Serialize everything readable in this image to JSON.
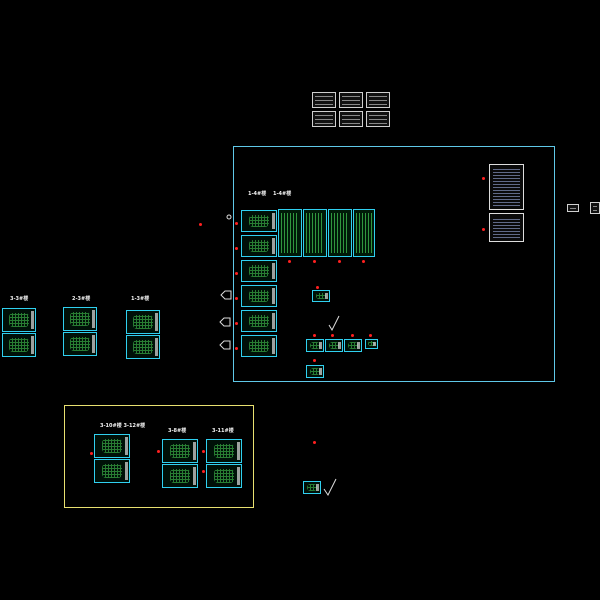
{
  "canvas": {
    "background": "#000000",
    "frame_color": "#5fc8e8",
    "zone_color": "#e8e070",
    "sheet_color": "#30d0f0",
    "marker_color": "#ff2020"
  },
  "labels": {
    "left_group": [
      "3-3#楼",
      "2-3#楼",
      "1-3#楼"
    ],
    "main_group": [
      "1-4#楼",
      "1-4#楼"
    ],
    "yellow_group": [
      "3-10#楼 3-12#楼",
      "3-8#楼",
      "3-11#楼"
    ]
  }
}
